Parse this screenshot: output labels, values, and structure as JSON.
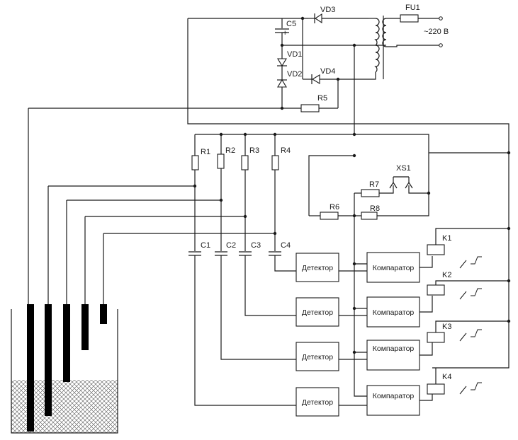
{
  "labels": {
    "vd3": "VD3",
    "fu1": "FU1",
    "mains": "~220 В",
    "c5": "C5",
    "c5_plus": "+",
    "vd1": "VD1",
    "vd2": "VD2",
    "vd4": "VD4",
    "r5": "R5",
    "r1": "R1",
    "r2": "R2",
    "r3": "R3",
    "r4": "R4",
    "xs1": "XS1",
    "r7": "R7",
    "r6": "R6",
    "r8": "R8",
    "c1": "C1",
    "c2": "C2",
    "c3": "C3",
    "c4": "C4",
    "k1": "K1",
    "k2": "K2",
    "k3": "K3",
    "k4": "K4"
  },
  "blocks": {
    "detector": "Детектор",
    "comparator": "Компаратор"
  },
  "colors": {
    "line": "#1a1a1a",
    "electrode": "#000000",
    "background": "#ffffff"
  }
}
